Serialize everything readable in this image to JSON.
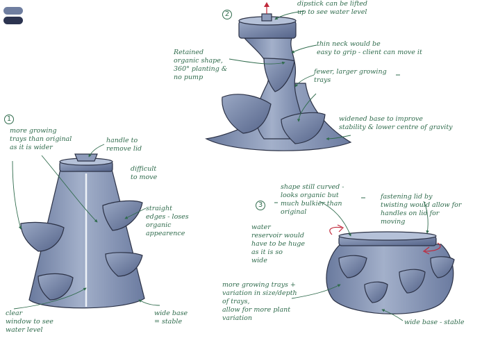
{
  "colors": {
    "swatch_light": "#6f7ea0",
    "swatch_dark": "#2c3450",
    "body": "#7f8fb1",
    "body_light": "#a9b6cf",
    "body_dark": "#56658a",
    "outline": "#2b3145",
    "ink": "#2f6b4c",
    "arrow_red": "#c0283a"
  },
  "numbers": {
    "n1": "1",
    "n2": "2",
    "n3": "3"
  },
  "notes": {
    "dipstick": "dipstick can be lifted\nup to see water level",
    "thin_neck": "thin neck would be\neasy to grip - client can move it",
    "retained": "Retained\norganic shape,\n360° planting &\nno pump",
    "fewer_trays": "fewer, larger growing\ntrays",
    "widened_base": "widened base to improve\nstability & lower centre of gravity",
    "more_trays": "more growing\ntrays than original\nas it is wider",
    "handle": "handle to\nremove lid",
    "difficult": "difficult\nto move",
    "straight_edges": "straight\nedges - loses\norganic\nappearence",
    "clear_window": "clear\nwindow to see\nwater level",
    "wide_base": "wide base\n= stable",
    "shape_curved": "shape still curved -\nlooks organic but\nmuch bulkier than\noriginal",
    "fastening": "fastening lid by\ntwisting would allow for\nhandles on lid for\nmoving",
    "reservoir": "water\nreservoir would\nhave to be huge\nas it is so\nwide",
    "variation": "more growing trays +\nvariation in size/depth\nof trays,\nallow for more plant\nvariation",
    "wide_base3": "wide base - stable"
  }
}
